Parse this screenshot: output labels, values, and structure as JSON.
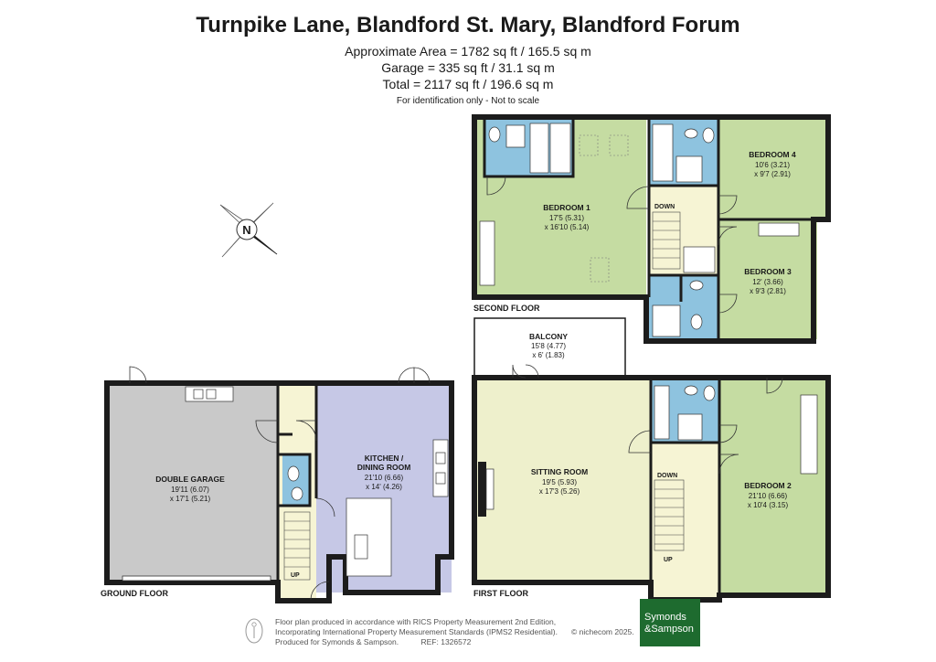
{
  "header": {
    "title": "Turnpike Lane, Blandford St. Mary, Blandford Forum",
    "area": "Approximate Area = 1782 sq ft / 165.5 sq m",
    "garage": "Garage = 335 sq ft / 31.1 sq m",
    "total": "Total = 2117 sq ft / 196.6 sq m",
    "note": "For identification only - Not to scale"
  },
  "compass": {
    "label": "N",
    "icon": "north-arrow-icon"
  },
  "floors": {
    "ground": "GROUND FLOOR",
    "first": "FIRST FLOOR",
    "second": "SECOND FLOOR"
  },
  "rooms": {
    "garage": {
      "name": "DOUBLE GARAGE",
      "dim1": "19'11 (6.07)",
      "dim2": "x 17'1 (5.21)"
    },
    "kitchen": {
      "name1": "KITCHEN /",
      "name2": "DINING ROOM",
      "dim1": "21'10 (6.66)",
      "dim2": "x 14' (4.26)"
    },
    "sitting": {
      "name": "SITTING ROOM",
      "dim1": "19'5 (5.93)",
      "dim2": "x 17'3 (5.26)"
    },
    "balcony": {
      "name": "BALCONY",
      "dim1": "15'8 (4.77)",
      "dim2": "x 6' (1.83)"
    },
    "bedroom1": {
      "name": "BEDROOM 1",
      "dim1": "17'5 (5.31)",
      "dim2": "x 16'10 (5.14)"
    },
    "bedroom2": {
      "name": "BEDROOM 2",
      "dim1": "21'10 (6.66)",
      "dim2": "x 10'4 (3.15)"
    },
    "bedroom3": {
      "name": "BEDROOM 3",
      "dim1": "12' (3.66)",
      "dim2": "x 9'3 (2.81)"
    },
    "bedroom4": {
      "name": "BEDROOM 4",
      "dim1": "10'6 (3.21)",
      "dim2": "x 9'7 (2.91)"
    }
  },
  "stairs": {
    "up": "UP",
    "down": "DOWN"
  },
  "colors": {
    "garage": "#c9c9c9",
    "kitchen": "#c6c8e6",
    "living": "#eef0cc",
    "bedroom": "#c5dca2",
    "bathroom": "#8ec3df",
    "hall": "#f6f4d4",
    "wall": "#1c1c1c",
    "logo": "#1e6b2f"
  },
  "footer": {
    "line1": "Floor plan produced in accordance with RICS Property Measurement 2nd Edition,",
    "line2": "Incorporating International Property Measurement Standards (IPMS2 Residential).",
    "line3": "Produced for Symonds & Sampson.",
    "ref": "REF:  1326572",
    "copyright": "© nichecom 2025.",
    "logo_line1": "Symonds",
    "logo_line2": "&Sampson"
  }
}
